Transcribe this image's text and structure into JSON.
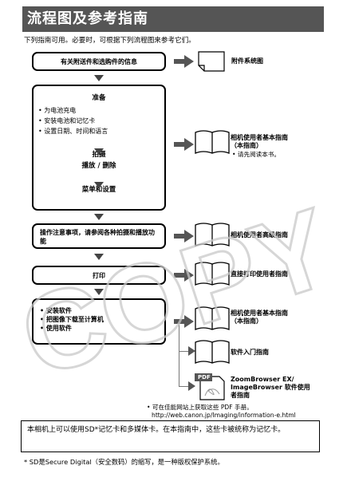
{
  "title": "流程图及参考指南",
  "intro": "下列指南可用。必要时，可根据下列流程图来参考它们。",
  "flow": {
    "accessories": "有关附送件和选购件的信息",
    "prepare_title": "准备",
    "prepare_items": [
      "• 为电池充电",
      "• 安装电池和记忆卡",
      "• 设置日期、时间和语言"
    ],
    "shoot": "拍摄",
    "playback": "播放 / 删除",
    "menus": "菜单和设置",
    "advanced": "操作注意事项，请参阅各种拍摄和播放功能",
    "print": "打印",
    "software_items": [
      "• 安装软件",
      "• 把图像下载至计算机",
      "• 使用软件"
    ]
  },
  "guides": {
    "system_map": "附件系统图",
    "basic_1": "相机使用者基本指南",
    "basic_1_sub": "（本指南）",
    "basic_1_note": "• 请先阅读本书。",
    "advanced": "相机使用者高级指南",
    "direct_print": "直接打印使用者指南",
    "basic_2": "相机使用者基本指南",
    "basic_2_sub": "（本指南）",
    "software_intro": "软件入门指南",
    "zoombrowser_1": "ZoomBrowser EX/",
    "zoombrowser_2": "ImageBrowser 软件使用",
    "zoombrowser_3": "者指南",
    "pdf_badge": "PDF",
    "pdf_note_1": "• 可在佳能网站上获取这些 PDF 手册。",
    "pdf_note_2": "http://web.canon.jp/Imaging/information-e.html"
  },
  "info_box": "本相机上可以使用SD*记忆卡和多媒体卡。在本指南中，这些卡被统称为记忆卡。",
  "footnote": "* SD是Secure Digital（安全数码）的缩写，是一种版权保护系统。",
  "watermark": "COPY"
}
